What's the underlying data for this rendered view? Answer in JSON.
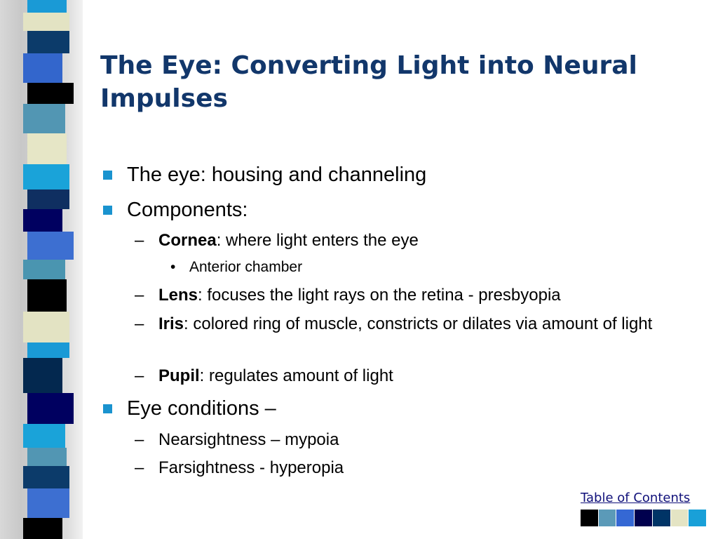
{
  "slide": {
    "title": "The Eye: Converting Light into Neural Impulses",
    "bullets": {
      "housing": "The eye: housing and channeling",
      "components": "Components:",
      "cornea_term": "Cornea",
      "cornea_desc": ": where light enters the eye",
      "anterior_chamber": "Anterior chamber",
      "lens_term": "Lens",
      "lens_desc": ": focuses the light rays on the retina - presbyopia",
      "iris_term": "Iris",
      "iris_desc": ": colored ring of muscle, constricts or dilates via amount of light",
      "pupil_term": "Pupil",
      "pupil_desc": ": regulates amount of light",
      "conditions": "Eye conditions –",
      "nearsightedness": "Nearsightness – mypoia",
      "farsightedness": "Farsightness - hyperopia"
    },
    "markers": {
      "dash": "–",
      "dot": "•"
    }
  },
  "footer": {
    "toc_link": "Table of Contents"
  },
  "colors": {
    "title": "#12376b",
    "bullet_square": "#1a93cf",
    "link": "#10107a",
    "stripe_palette": [
      "#1a9ad6",
      "#e3e3c3",
      "#0c3b6a",
      "#3366cc",
      "#000000",
      "#5296b3",
      "#e6e6c6",
      "#1aa3d9",
      "#0f2f61",
      "#000060",
      "#3d6fd1",
      "#4a95b0",
      "#03284f"
    ],
    "swatches": [
      "#000000",
      "#5b9ab8",
      "#3568d4",
      "#00004e",
      "#003466",
      "#e4e4c4",
      "#19a0d8"
    ]
  }
}
